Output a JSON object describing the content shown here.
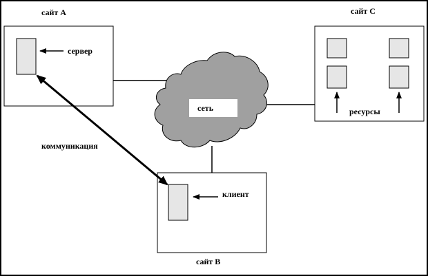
{
  "labels": {
    "site_a": "сайт А",
    "site_b": "сайт В",
    "site_c": "сайт С",
    "server": "сервер",
    "client": "клиент",
    "network": "сеть",
    "resources": "ресурсы",
    "communication": "коммуникация"
  },
  "colors": {
    "cloud": "#a0a0a0",
    "device": "#e6e6e6",
    "frame": "#000000"
  }
}
